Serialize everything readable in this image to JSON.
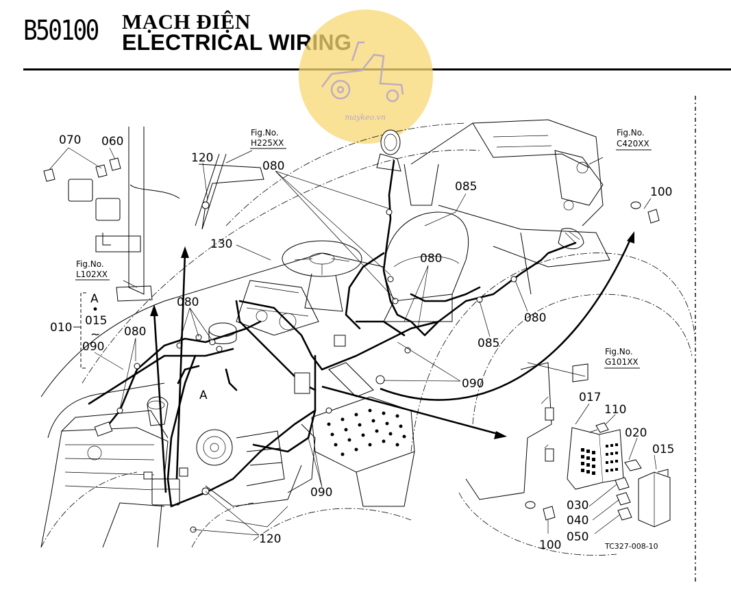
{
  "header": {
    "code": "B50100",
    "title_vn": "MẠCH ĐIỆN",
    "title_en": "ELECTRICAL WIRING"
  },
  "watermark": {
    "text": "maykeo.vn",
    "color": "#f7d773"
  },
  "fig_refs": {
    "h225": {
      "prefix": "Fig.No.",
      "ref": "H225XX"
    },
    "c420": {
      "prefix": "Fig.No.",
      "ref": "C420XX"
    },
    "l102": {
      "prefix": "Fig.No.",
      "ref": "L102XX"
    },
    "g101": {
      "prefix": "Fig.No.",
      "ref": "G101XX"
    }
  },
  "group_bracket": {
    "top": "A",
    "dot": "•",
    "middle": "015",
    "tilde": "~",
    "bottom": "090",
    "lead": "010"
  },
  "callouts": {
    "c070": "070",
    "c060": "060",
    "c120_top": "120",
    "c080_top": "080",
    "c085_top": "085",
    "c100_right": "100",
    "c130": "130",
    "c080_mid": "080",
    "c080_right": "080",
    "c085_mid": "085",
    "c080_left": "080",
    "c080_center": "080",
    "c090_mid": "090",
    "c017": "017",
    "c110": "110",
    "c020": "020",
    "c015": "015",
    "c030": "030",
    "c040": "040",
    "c050": "050",
    "c090_bottom": "090",
    "c120_bottom": "120",
    "c100_bottom": "100",
    "marker_a": "A"
  },
  "drawing_code": "TC327-008-10"
}
